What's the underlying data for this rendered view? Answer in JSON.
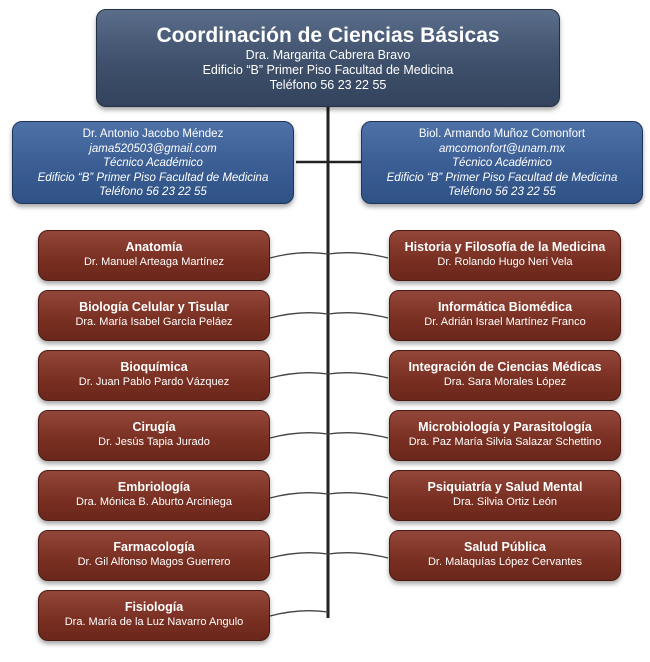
{
  "head": {
    "title": "Coordinación de Ciencias Básicas",
    "name": "Dra. Margarita Cabrera Bravo",
    "location": "Edificio “B” Primer Piso Facultad de Medicina",
    "phone": "Teléfono 56 23 22 55"
  },
  "assistants": [
    {
      "name": "Dr. Antonio Jacobo Méndez",
      "email": "jama520503@gmail.com",
      "role": "Técnico Académico",
      "location": "Edificio “B” Primer Piso Facultad de Medicina",
      "phone": "Teléfono 56 23 22 55"
    },
    {
      "name": "Biol. Armando Muñoz Comonfort",
      "email": "amcomonfort@unam.mx",
      "role": "Técnico Académico",
      "location": "Edificio “B” Primer Piso Facultad de Medicina",
      "phone": "Teléfono 56 23 22 55"
    }
  ],
  "left_departments": [
    {
      "name": "Anatomía",
      "head": "Dr. Manuel Arteaga Martínez"
    },
    {
      "name": "Biología Celular y Tisular",
      "head": "Dra. María Isabel García Peláez"
    },
    {
      "name": "Bioquímica",
      "head": "Dr. Juan Pablo Pardo Vázquez"
    },
    {
      "name": "Cirugía",
      "head": "Dr. Jesús Tapia Jurado"
    },
    {
      "name": "Embriología",
      "head": "Dra. Mónica B. Aburto Arciniega"
    },
    {
      "name": "Farmacología",
      "head": "Dr. Gil Alfonso Magos Guerrero"
    },
    {
      "name": "Fisiología",
      "head": "Dra. María de la Luz Navarro Angulo"
    }
  ],
  "right_departments": [
    {
      "name": "Historia y Filosofía de la Medicina",
      "head": "Dr. Rolando Hugo Neri Vela"
    },
    {
      "name": "Informática Biomédica",
      "head": "Dr. Adrián Israel Martínez Franco"
    },
    {
      "name": "Integración de Ciencias Médicas",
      "head": "Dra. Sara Morales López"
    },
    {
      "name": "Microbiología y Parasitología",
      "head": "Dra. Paz María Silvia Salazar Schettino"
    },
    {
      "name": "Psiquiatría y Salud Mental",
      "head": "Dra. Silvia Ortiz León"
    },
    {
      "name": "Salud Pública",
      "head": "Dr. Malaquías López Cervantes"
    }
  ]
}
